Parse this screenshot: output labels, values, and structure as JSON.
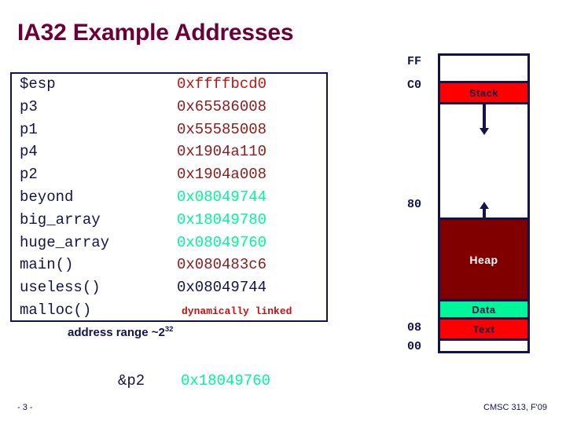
{
  "slide": {
    "title": "IA32 Example Addresses",
    "number": "- 3 -",
    "course": "CMSC 313, F'09"
  },
  "colors": {
    "title": "#6b0037",
    "navy": "#13124a",
    "red": "#ff0000",
    "bright_red": "#c41111",
    "dark_red": "#8b1a1a",
    "maroon": "#800000",
    "green": "#00f799",
    "white": "#ffffff"
  },
  "address_table": {
    "rows": [
      {
        "name": "$esp",
        "value": "0xffffbcd0",
        "value_color": "#c41111",
        "small": false
      },
      {
        "name": "p3",
        "value": "0x65586008",
        "value_color": "#8b1a1a",
        "small": false
      },
      {
        "name": "p1",
        "value": "0x55585008",
        "value_color": "#8b1a1a",
        "small": false
      },
      {
        "name": "p4",
        "value": "0x1904a110",
        "value_color": "#8b1a1a",
        "small": false
      },
      {
        "name": "p2",
        "value": "0x1904a008",
        "value_color": "#8b1a1a",
        "small": false
      },
      {
        "name": "beyond",
        "value": "0x08049744",
        "value_color": "#00f799",
        "small": false
      },
      {
        "name": "big_array",
        "value": "0x18049780",
        "value_color": "#00f799",
        "small": false
      },
      {
        "name": "huge_array",
        "value": "0x08049760",
        "value_color": "#00f799",
        "small": false
      },
      {
        "name": "main()",
        "value": "0x080483c6",
        "value_color": "#8b1a1a",
        "small": false
      },
      {
        "name": "useless()",
        "value": "0x08049744",
        "value_color": "#13124a",
        "small": false
      },
      {
        "name": "malloc()",
        "value": "dynamically linked",
        "value_color": "#c41111",
        "small": true
      }
    ],
    "caption_prefix": "address range ~2",
    "caption_exponent": "32"
  },
  "pointer_note": {
    "label": "&p2",
    "value": "0x18049760",
    "value_color": "#00f799"
  },
  "memory_map": {
    "tick_labels": [
      {
        "key": "ff",
        "text": "FF"
      },
      {
        "key": "c0",
        "text": "C0"
      },
      {
        "key": "80",
        "text": "80"
      },
      {
        "key": "08",
        "text": "08"
      },
      {
        "key": "00",
        "text": "00"
      }
    ],
    "segments": [
      {
        "key": "stack",
        "label": "Stack",
        "fill": "#ff0000",
        "text_color": "#13124a"
      },
      {
        "key": "heap",
        "label": "Heap",
        "fill": "#800000",
        "text_color": "#ffffff"
      },
      {
        "key": "data",
        "label": "Data",
        "fill": "#00f799",
        "text_color": "#13124a"
      },
      {
        "key": "text",
        "label": "Text",
        "fill": "#ff0000",
        "text_color": "#13124a"
      }
    ],
    "arrows": [
      {
        "key": "stack-growth",
        "direction": "down"
      },
      {
        "key": "heap-growth",
        "direction": "up"
      }
    ]
  }
}
